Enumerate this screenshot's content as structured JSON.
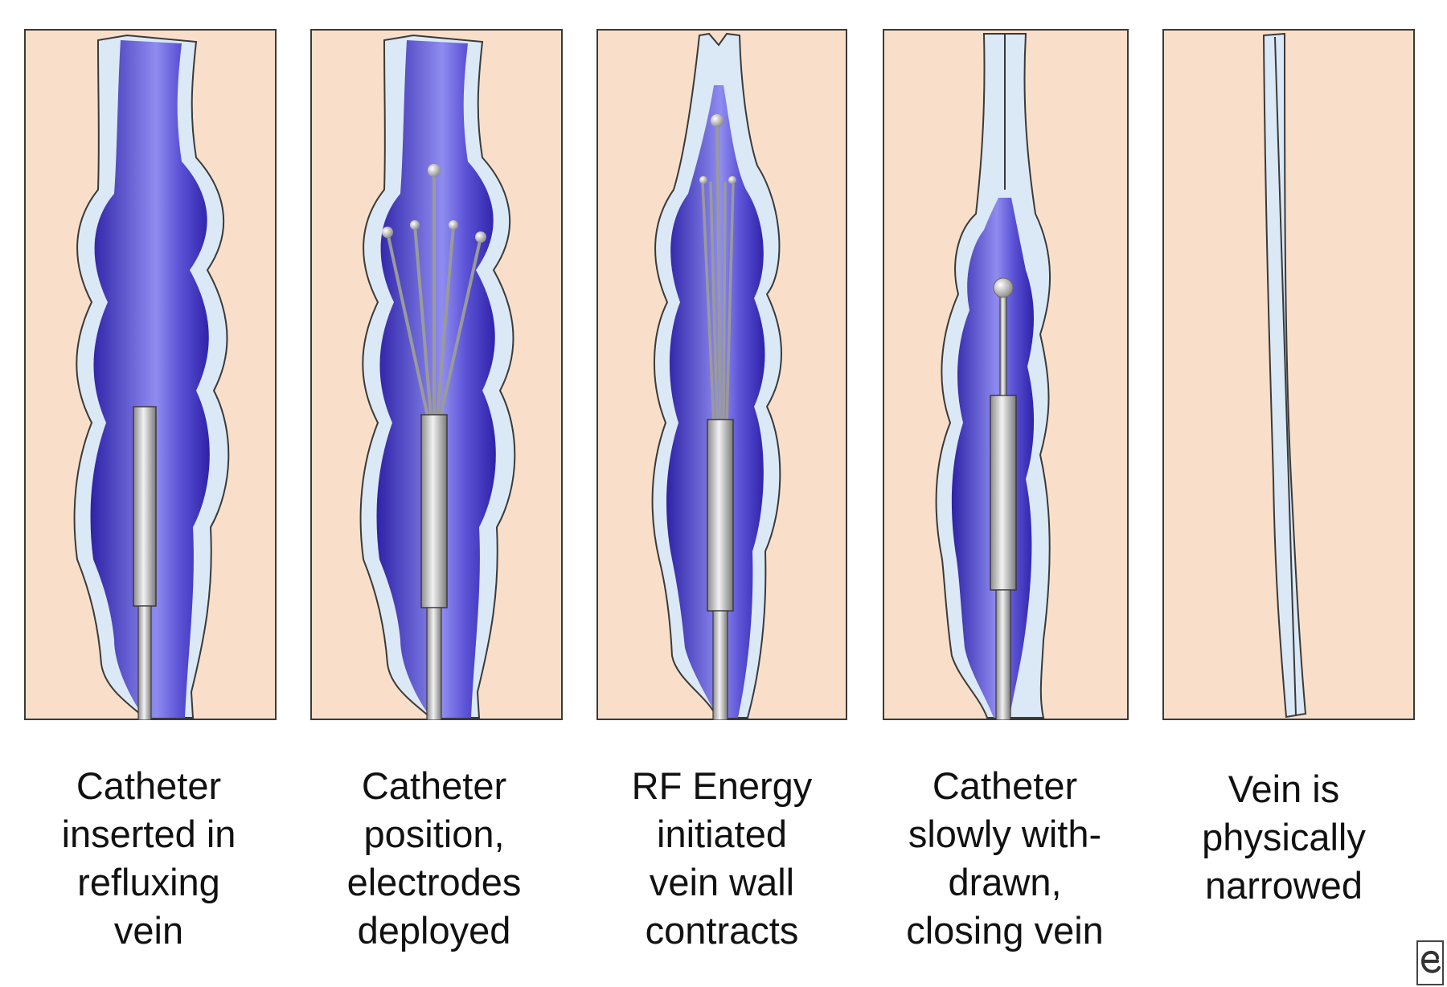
{
  "colors": {
    "background": "#f9dfca",
    "vein_wall": "#dbe9f6",
    "lumen_dark": "#3a2fb8",
    "lumen_light": "#9a96ef",
    "catheter": "#bdbdbd",
    "outline": "#3a3a3a"
  },
  "panels": [
    {
      "caption": [
        "Catheter",
        "inserted in",
        "refluxing",
        "vein"
      ]
    },
    {
      "caption": [
        "Catheter",
        "position,",
        "electrodes",
        "deployed"
      ]
    },
    {
      "caption": [
        "RF Energy",
        "initiated",
        "vein wall",
        "contracts"
      ]
    },
    {
      "caption": [
        "Catheter",
        "slowly with-",
        "drawn,",
        "closing vein"
      ]
    },
    {
      "caption": [
        "Vein is",
        "physically",
        "narrowed"
      ]
    }
  ],
  "logo_icon": "e-logo-icon"
}
